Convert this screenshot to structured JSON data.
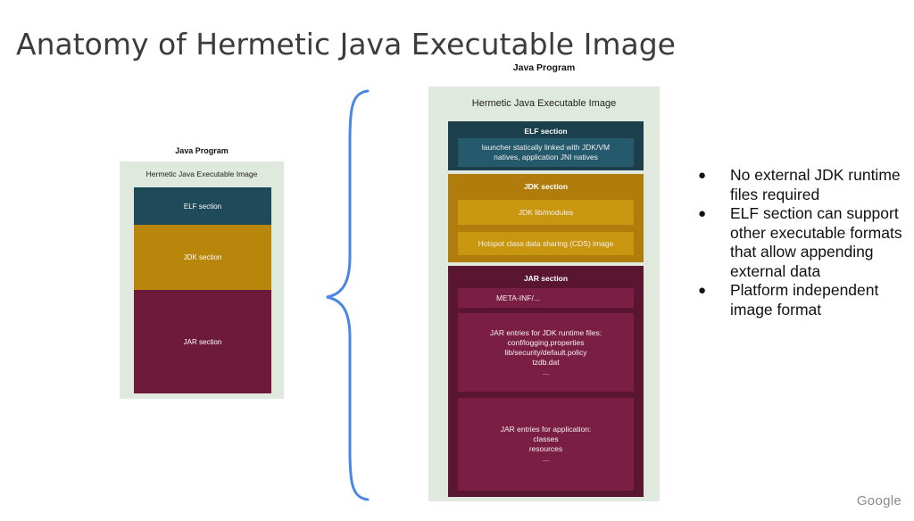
{
  "slide": {
    "title": "Anatomy of Hermetic Java Executable Image",
    "footer_logo": "Google"
  },
  "small_diagram": {
    "caption": "Java Program",
    "panel_title": "Hermetic Java Executable Image",
    "sections": [
      {
        "label": "ELF section",
        "color": "#1e4a5a"
      },
      {
        "label": "JDK section",
        "color": "#b8860b"
      },
      {
        "label": "JAR section",
        "color": "#6e1a3a"
      }
    ]
  },
  "large_diagram": {
    "caption": "Java Program",
    "panel_title": "Hermetic Java Executable Image",
    "elf": {
      "title": "ELF section",
      "items": [
        "launcher statically linked with JDK/VM\nnatives, application JNI natives"
      ]
    },
    "jdk": {
      "title": "JDK section",
      "items": [
        "JDK lib/modules",
        "Hotspot class data sharing (CDS) image"
      ]
    },
    "jar": {
      "title": "JAR section",
      "items": [
        "META-INF/...",
        "JAR entries for JDK runtime files:\nconf/logging.properties\nlib/security/default.policy\ntzdb.dat\n...",
        "JAR entries for application:\nclasses\nresources\n..."
      ]
    }
  },
  "colors": {
    "elf_bg": "#1c3f4e",
    "elf_inner": "#245a6b",
    "jdk_bg": "#b07d0c",
    "jdk_inner": "#c9970f",
    "jar_bg": "#5a1530",
    "jar_inner": "#7a1f43",
    "brace": "#4a86e8"
  },
  "bullets": [
    "No external JDK runtime files required",
    "ELF section can support other executable formats that allow appending external data",
    "Platform independent image format"
  ]
}
